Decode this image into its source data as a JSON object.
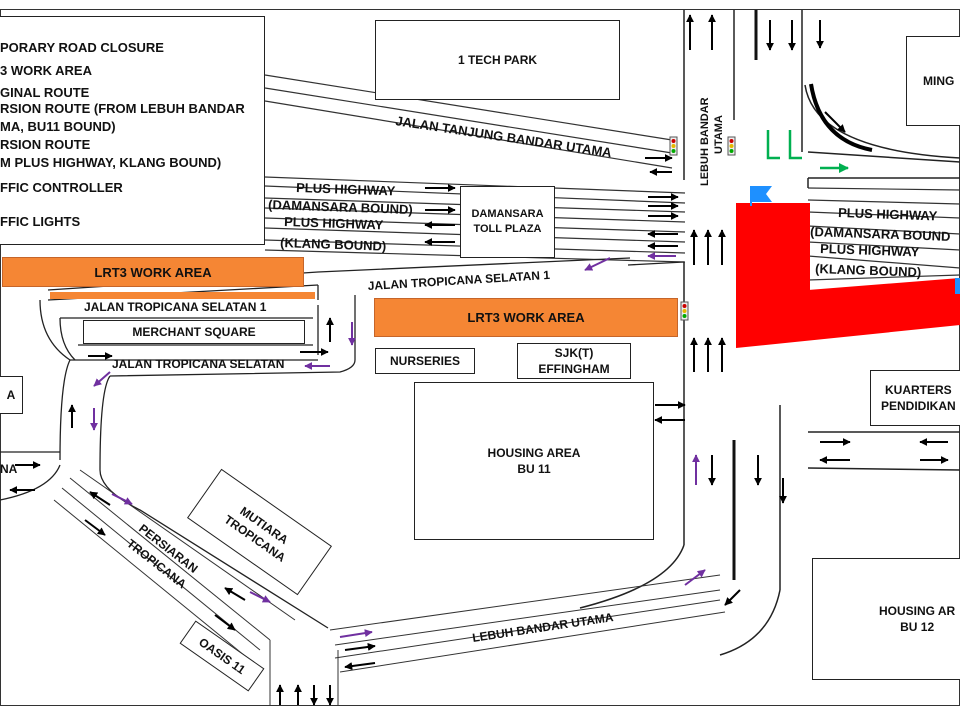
{
  "legend": {
    "items": [
      "PORARY ROAD CLOSURE",
      "3 WORK AREA",
      "GINAL ROUTE",
      "RSION ROUTE (FROM LEBUH BANDAR",
      "MA, BU11 BOUND)",
      "RSION ROUTE",
      "M PLUS HIGHWAY, KLANG BOUND)",
      "FFIC CONTROLLER",
      "FFIC LIGHTS"
    ]
  },
  "places": {
    "tech_park": "1 TECH PARK",
    "ming": "MING",
    "toll_plaza": "DAMANSARA\nTOLL PLAZA",
    "merchant_square": "MERCHANT SQUARE",
    "nurseries": "NURSERIES",
    "sjkt": "SJK(T)\nEFFINGHAM",
    "housing_bu11": "HOUSING AREA\nBU 11",
    "kuarters": "KUARTERS\nPENDIDIKAN",
    "mutiara": "MUTIARA\nTROPICANA",
    "oasis": "OASIS 11",
    "housing_bu12": "HOUSING AR\nBU 12",
    "left_partial": "A"
  },
  "work_areas": {
    "left": "LRT3 WORK AREA",
    "center": "LRT3 WORK AREA"
  },
  "roads": {
    "tanjung": "JALAN TANJUNG BANDAR UTAMA",
    "plus_dam_1": "PLUS HIGHWAY",
    "plus_dam_2": "(DAMANSARA BOUND)",
    "plus_klang_1": "PLUS HIGHWAY",
    "plus_klang_2": "(KLANG BOUND)",
    "plus_dam_r1": "PLUS HIGHWAY",
    "plus_dam_r2": "(DAMANSARA BOUND",
    "plus_klang_r1": "PLUS HIGHWAY",
    "plus_klang_r2": "(KLANG BOUND)",
    "tropicana_s1_a": "JALAN TROPICANA SELATAN 1",
    "tropicana_s1_b": "JALAN TROPICANA SELATAN 1",
    "tropicana_s": "JALAN TROPICANA SELATAN",
    "lebuh_v1": "LEBUH BANDAR",
    "lebuh_v2": "UTAMA",
    "lebuh_bottom": "LEBUH BANDAR UTAMA",
    "persiaran_1": "PERSIARAN",
    "persiaran_2": "TROPICANA",
    "left_na": "NA"
  },
  "colors": {
    "closure": "#ff0000",
    "work_area": "#f58634",
    "original_route": "#000000",
    "diversion_route": "#7030a0",
    "diversion_route_2": "#00b050",
    "flag": "#1e90ff"
  }
}
